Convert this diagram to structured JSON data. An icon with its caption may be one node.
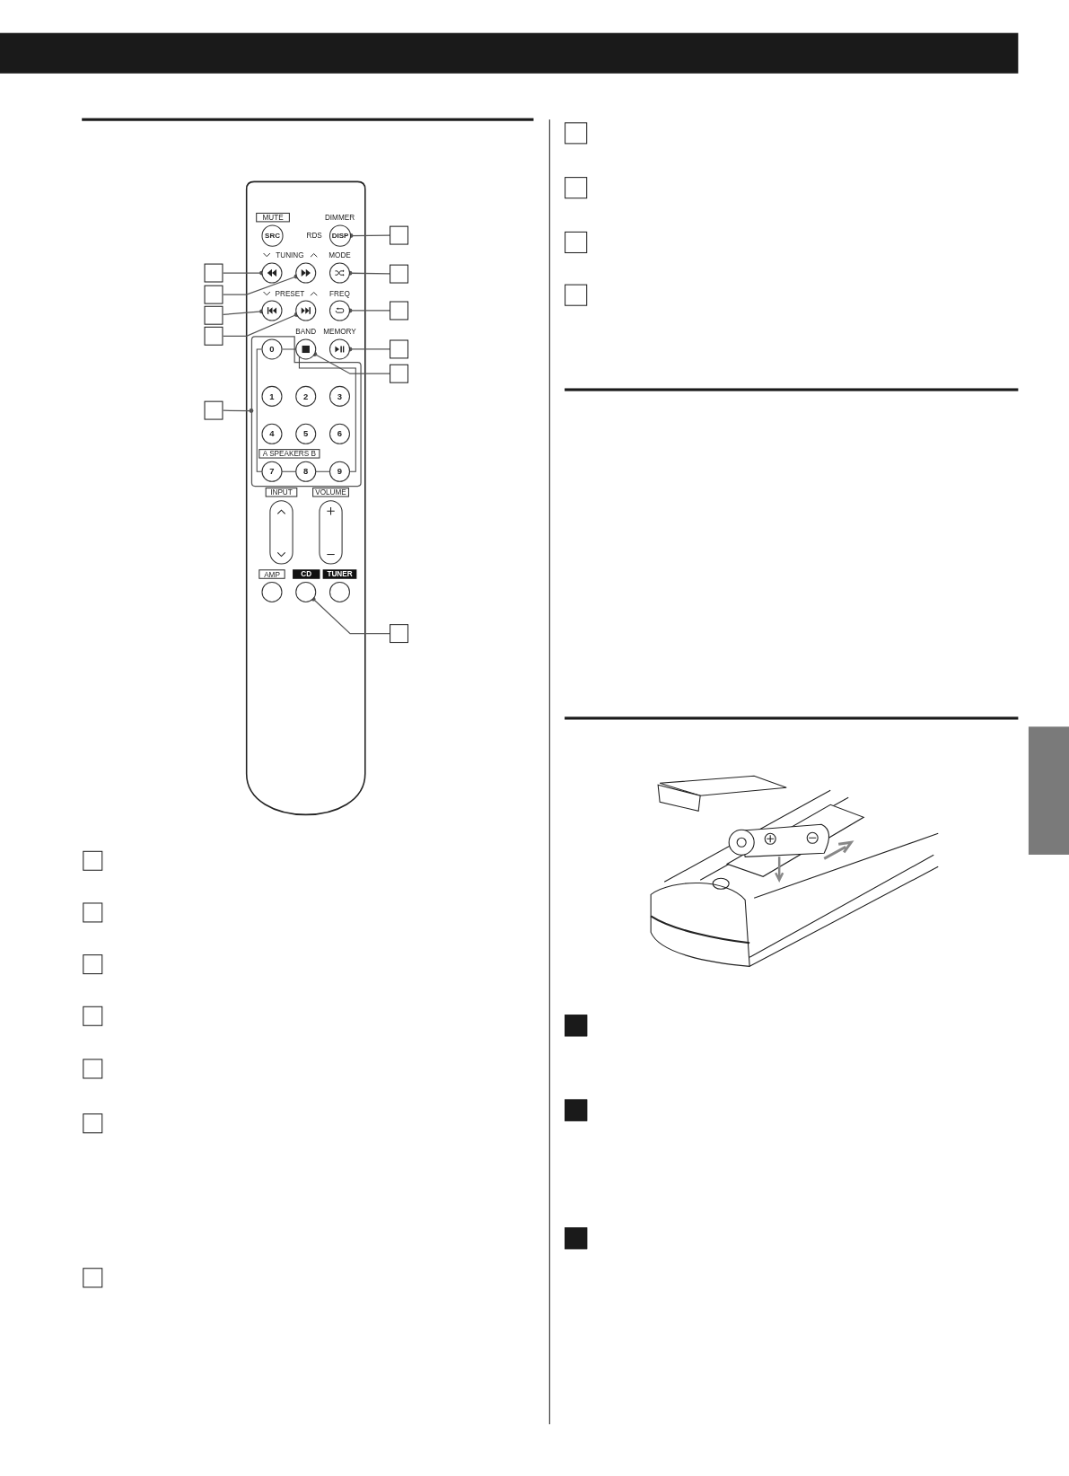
{
  "diagram": {
    "nodes": [
      {
        "text": [
          "SRC"
        ]
      },
      {
        "text": [
          "DISP"
        ]
      },
      {
        "text": [],
        "shape": "box"
      },
      {
        "text": [],
        "shape": "box"
      },
      {
        "text": [],
        "shape": "circle"
      },
      {
        "text": [],
        "shape": "circle"
      },
      {
        "text": [],
        "shape": "circle"
      },
      {
        "text": [],
        "shape": "box"
      },
      {
        "text": [],
        "shape": "box"
      },
      {
        "text": [],
        "shape": "box"
      },
      {
        "text": [],
        "shape": "circle"
      },
      {
        "text": [],
        "shape": "circle"
      },
      {
        "text": [],
        "shape": "circle"
      },
      {
        "text": [],
        "shape": "box"
      },
      {
        "text": [],
        "shape": "box"
      },
      {
        "text": [],
        "shape": "box"
      },
      {
        "text": [
          "0"
        ],
        "in": 15
      },
      {
        "text": [],
        "shape": "circle"
      },
      {
        "text": [],
        "shape": "circle"
      },
      {
        "text": [],
        "shape": "box"
      },
      {
        "text": [],
        "shape": "box"
      },
      {
        "text": [],
        "shape": "box"
      },
      {
        "text": [
          "1"
        ],
        "in": 15
      },
      {
        "text": [
          "2"
        ],
        "in": 15
      },
      {
        "text": [
          "3"
        ],
        "in": 15
      },
      {
        "text": [
          "4"
        ],
        "in": 15
      },
      {
        "text": [
          "5"
        ],
        "in": 15
      },
      {
        "text": [
          "6"
        ],
        "in": 15
      },
      {
        "text": [
          "7"
        ],
        "in": 15
      },
      {
        "text": [
          "8"
        ],
        "in": 15
      },
      {
        "text": [
          "9"
        ],
        "in": 15
      },
      {
        "text": [],
        "shape": "circle"
      },
      {
        "text": [],
        "shape": "circle"
      },
      {
        "text": [],
        "shape": "circle"
      },
      {
        "text": [],
        "shape": "box"
      },
      {
        "text": [],
        "shape": "box"
      },
      {
        "text": [],
        "shape": "box"
      },
      {
        "text": [],
        "shape": "box"
      },
      {
        "text": [],
        "shape": "box"
      },
      {
        "text": [],
        "shape": "box"
      },
      {
        "text": [],
        "shape": "box"
      },
      {
        "text": [],
        "shape": "box"
      },
      {
        "text": [],
        "shape": "box"
      },
      {
        "text": [],
        "shape": "box"
      },
      {
        "text": [],
        "shape": "box"
      },
      {
        "text": [],
        "shape": "box"
      },
      {
        "text": [],
        "shape": "box"
      },
      {
        "text": [],
        "shape": "box"
      },
      {
        "text": [],
        "shape": "box"
      },
      {
        "text": [],
        "shape": "box"
      }
    ],
    "edges": [
      {
        "from": 3,
        "to": 4,
        "arrow": "other"
      },
      {
        "from": 8,
        "to": 5,
        "arrow": "other"
      },
      {
        "from": 9,
        "to": 10,
        "arrow": "other"
      },
      {
        "from": 14,
        "to": 11,
        "arrow": "other"
      },
      {
        "from": 21,
        "to": 15,
        "arrow": "other"
      },
      {
        "from": 2,
        "to": 1,
        "arrow": "other"
      },
      {
        "from": 7,
        "to": 6,
        "arrow": "other"
      },
      {
        "from": 13,
        "to": 12,
        "arrow": "other"
      },
      {
        "from": 19,
        "to": 18,
        "arrow": "other"
      },
      {
        "from": 20,
        "to": 17,
        "arrow": "other"
      },
      {
        "from": 34,
        "to": 32,
        "arrow": "other"
      }
    ],
    "labels": [
      "MUTE",
      "DIMMER",
      "RDS",
      "TUNING",
      "MODE",
      "PRESET",
      "FREQ",
      "BAND",
      "MEMORY",
      "A SPEAKERS B",
      "INPUT",
      "VOLUME",
      "AMP",
      "CD",
      "TUNER"
    ]
  }
}
